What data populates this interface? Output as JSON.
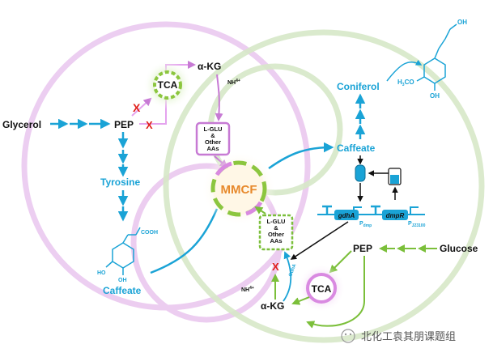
{
  "colors": {
    "cyan": "#1aa3d6",
    "purple": "#c77ad4",
    "green": "#7bbf3a",
    "red": "#e0201b",
    "orange": "#e7892b",
    "black": "#111111"
  },
  "left": {
    "glycerol": "Glycerol",
    "pep": "PEP",
    "tca": "TCA",
    "akg": "α-KG",
    "nh4": "NH4+",
    "lglu": [
      "L-GLU",
      "&",
      "Other",
      "AAs"
    ],
    "tyrosine": "Tyrosine",
    "cooh": "COOH",
    "ho1": "HO",
    "oh1": "OH",
    "caffeate": "Caffeate",
    "x1": "X",
    "x2": "X"
  },
  "center": {
    "mmcf": "MMCF"
  },
  "right": {
    "caffeate": "Caffeate",
    "coniferol": "Coniferol",
    "oh": "OH",
    "h3co": "H3CO",
    "oh2": "OH",
    "gdha": "gdhA",
    "dmpr": "dmpR",
    "pdmp": "P",
    "pdmp_sub": "dmp",
    "pj": "P",
    "pj_sub": "J23100",
    "pep": "PEP",
    "glucose": "Glucose",
    "tca": "TCA",
    "akg": "α-KG",
    "nh4": "NH4+",
    "lglu": [
      "L-GLU",
      "&",
      "Other",
      "AAs"
    ],
    "gdha_arrow": "GdhA",
    "x": "X"
  },
  "watermark": {
    "text": "北化工袁其朋课题组"
  }
}
